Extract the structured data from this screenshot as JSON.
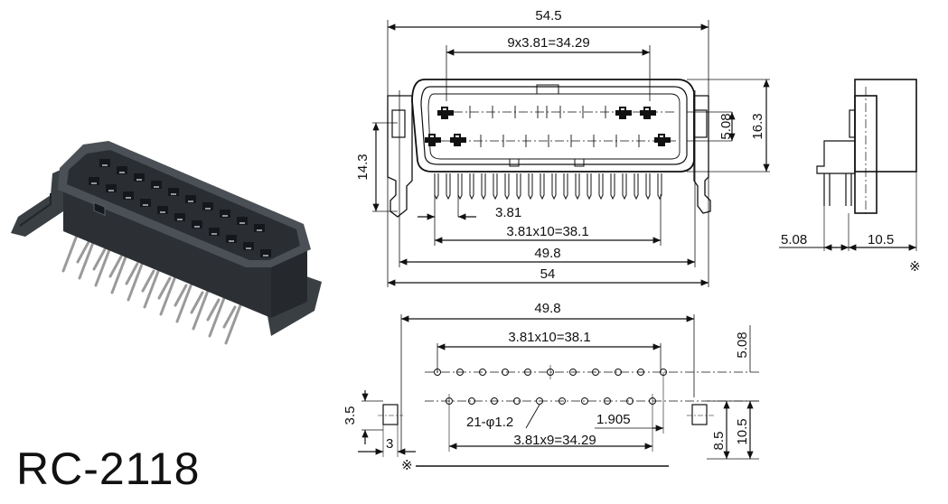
{
  "model": "RC-2118",
  "front_view": {
    "overall_width": "54.5",
    "top_pitch": "9x3.81=34.29",
    "row_pitch": "5.08",
    "body_height": "16.3",
    "side_height": "14.3",
    "pin_pitch": "3.81",
    "pin_span": "3.81x10=38.1",
    "body_width": "49.8",
    "flange_width": "54"
  },
  "side_view": {
    "pin_offset": "5.08",
    "depth": "10.5",
    "note_mark": "※"
  },
  "footprint_view": {
    "overall_width": "49.8",
    "top_row_span": "3.81x10=38.1",
    "row_pitch": "5.08",
    "hole_label": "21-φ1.2",
    "offset": "1.905",
    "bottom_row_span": "3.81x9=34.29",
    "peg_height": "3.5",
    "peg_width": "3",
    "peg_offset": "8.5",
    "overall_depth": "10.5",
    "note_mark": "※"
  }
}
